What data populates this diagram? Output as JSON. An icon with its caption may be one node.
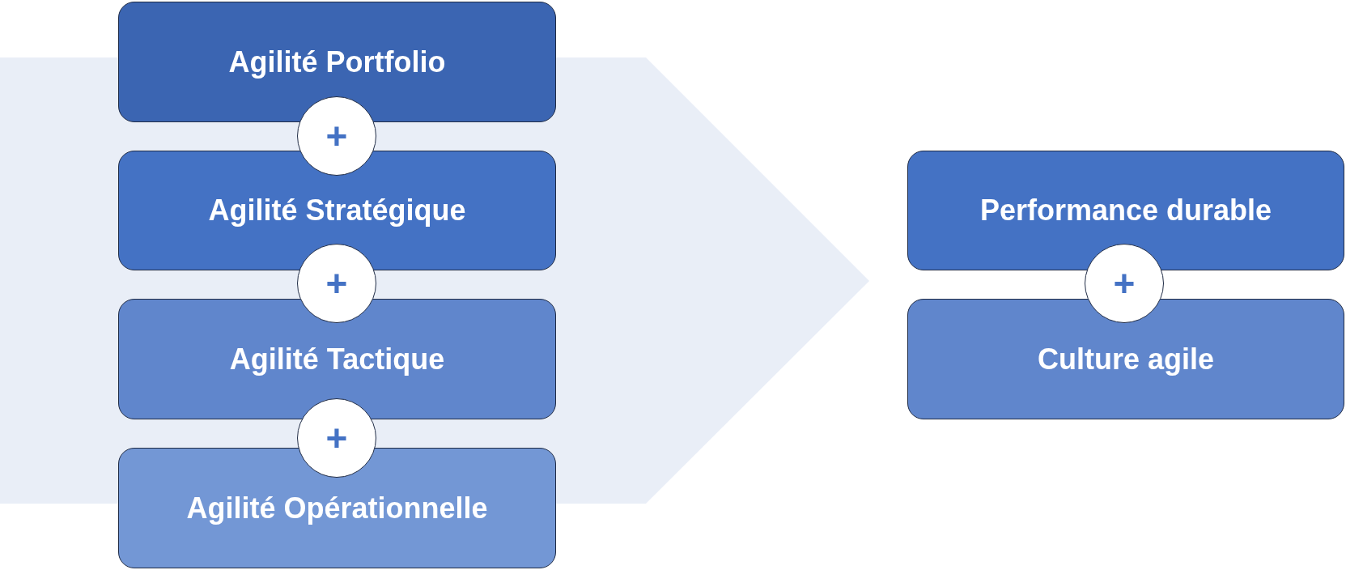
{
  "diagram": {
    "nodes": [
      {
        "text": [
          "Agilité Portfolio"
        ]
      },
      {
        "text": [
          "+"
        ]
      },
      {
        "text": [
          "Agilité Stratégique"
        ]
      },
      {
        "text": [
          "+"
        ]
      },
      {
        "text": [
          "Agilité Tactique"
        ]
      },
      {
        "text": [
          "+"
        ]
      },
      {
        "text": [
          "Agilité Opérationnelle"
        ]
      },
      {
        "text": [
          "Performance durable"
        ]
      },
      {
        "text": [
          "+"
        ]
      },
      {
        "text": [
          "Culture agile"
        ]
      }
    ]
  }
}
